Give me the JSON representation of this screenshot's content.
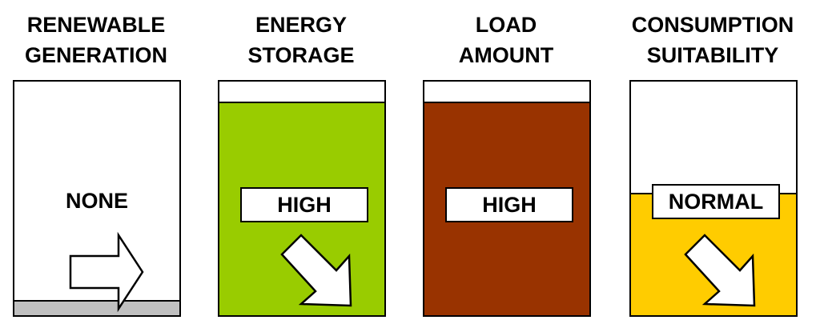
{
  "panels": [
    {
      "title_line1": "RENEWABLE",
      "title_line2": "GENERATION",
      "level_label": "NONE",
      "level_fraction": 0.06,
      "fill_color": "#c0c0c0",
      "arrow": "right-arrow-icon",
      "boxed": false
    },
    {
      "title_line1": "ENERGY",
      "title_line2": "STORAGE",
      "level_label": "HIGH",
      "level_fraction": 0.91,
      "fill_color": "#99cc00",
      "arrow": "down-right-arrow-icon",
      "boxed": true
    },
    {
      "title_line1": "LOAD",
      "title_line2": "AMOUNT",
      "level_label": "HIGH",
      "level_fraction": 0.91,
      "fill_color": "#993300",
      "arrow": "",
      "boxed": true
    },
    {
      "title_line1": "CONSUMPTION",
      "title_line2": "SUITABILITY",
      "level_label": "NORMAL",
      "level_fraction": 0.52,
      "fill_color": "#ffcc00",
      "arrow": "down-right-arrow-icon",
      "boxed": true
    }
  ]
}
